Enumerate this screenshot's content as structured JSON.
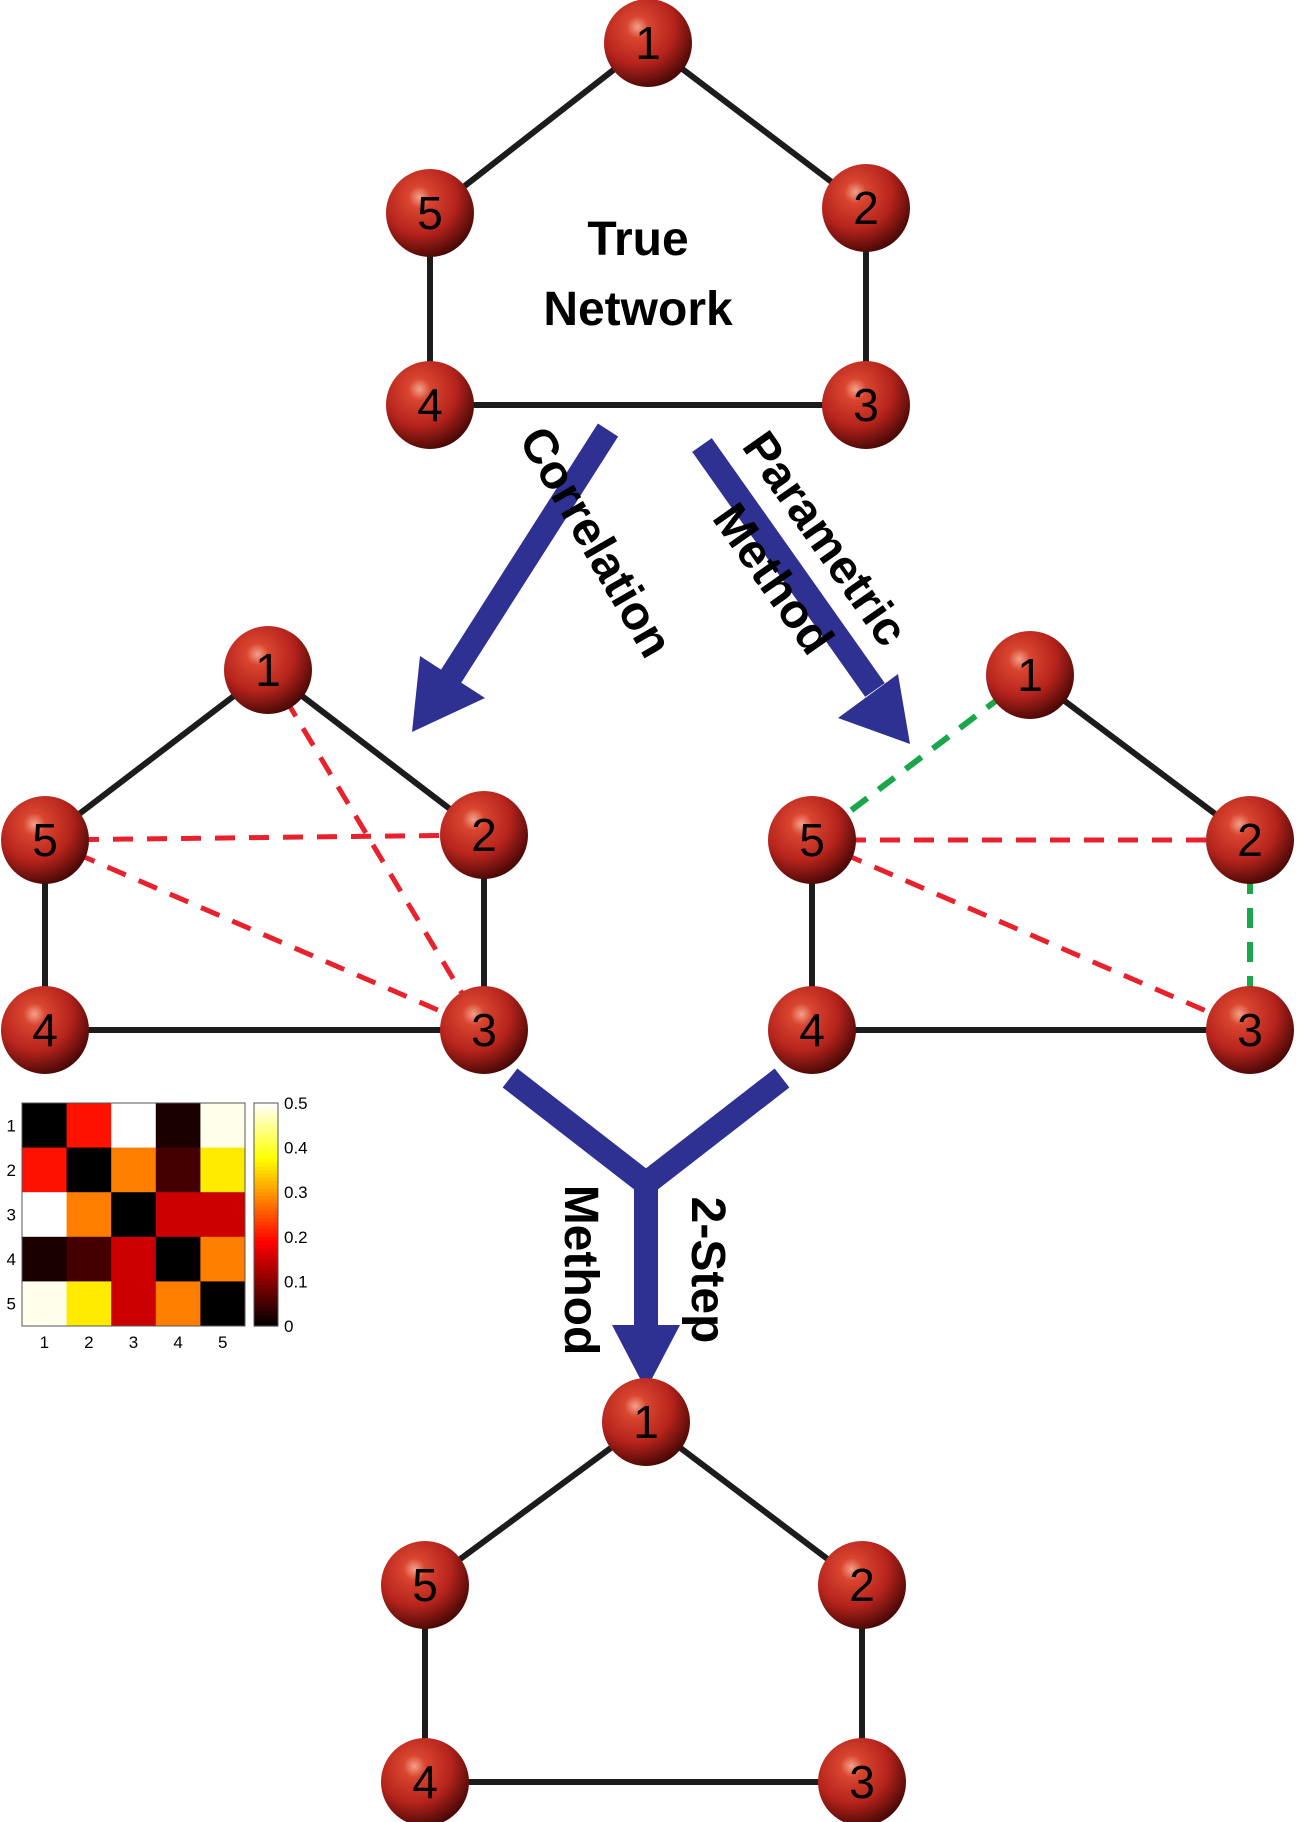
{
  "title": {
    "line1": "True",
    "line2": "Network"
  },
  "arrow_labels": {
    "correlation": "Correlation",
    "parametric_line1": "Parametric",
    "parametric_line2": "Method",
    "twostep_line1": "2-Step",
    "twostep_line2": "Method"
  },
  "networks": [
    {
      "id": "true",
      "nodes": [
        "1",
        "2",
        "3",
        "4",
        "5"
      ],
      "solid_edges": [
        [
          "1",
          "2"
        ],
        [
          "2",
          "3"
        ],
        [
          "3",
          "4"
        ],
        [
          "4",
          "5"
        ],
        [
          "5",
          "1"
        ]
      ],
      "false_positive_edges": [],
      "missing_edges": []
    },
    {
      "id": "correlation",
      "nodes": [
        "1",
        "2",
        "3",
        "4",
        "5"
      ],
      "solid_edges": [
        [
          "1",
          "2"
        ],
        [
          "2",
          "3"
        ],
        [
          "3",
          "4"
        ],
        [
          "4",
          "5"
        ],
        [
          "5",
          "1"
        ]
      ],
      "false_positive_edges": [
        [
          "1",
          "3"
        ],
        [
          "5",
          "2"
        ],
        [
          "5",
          "3"
        ]
      ],
      "missing_edges": []
    },
    {
      "id": "parametric",
      "nodes": [
        "1",
        "2",
        "3",
        "4",
        "5"
      ],
      "solid_edges": [
        [
          "1",
          "2"
        ],
        [
          "3",
          "4"
        ],
        [
          "4",
          "5"
        ]
      ],
      "false_positive_edges": [
        [
          "5",
          "2"
        ],
        [
          "5",
          "3"
        ]
      ],
      "missing_edges": [
        [
          "1",
          "5"
        ],
        [
          "2",
          "3"
        ]
      ]
    },
    {
      "id": "two_step",
      "nodes": [
        "1",
        "2",
        "3",
        "4",
        "5"
      ],
      "solid_edges": [
        [
          "1",
          "2"
        ],
        [
          "2",
          "3"
        ],
        [
          "3",
          "4"
        ],
        [
          "4",
          "5"
        ],
        [
          "5",
          "1"
        ]
      ],
      "false_positive_edges": [],
      "missing_edges": []
    }
  ],
  "colors": {
    "node_fill": "#b5231c",
    "edge": "#1c1c1c",
    "false_positive_edge": "#e8212c",
    "missing_edge": "#1aa64a",
    "arrow": "#2e3192"
  },
  "heatmap": {
    "row_labels": [
      "1",
      "2",
      "3",
      "4",
      "5"
    ],
    "col_labels": [
      "1",
      "2",
      "3",
      "4",
      "5"
    ],
    "values": [
      [
        0.0,
        0.2,
        0.5,
        0.02,
        0.49
      ],
      [
        0.2,
        0.0,
        0.28,
        0.05,
        0.36
      ],
      [
        0.5,
        0.28,
        0.0,
        0.15,
        0.15
      ],
      [
        0.02,
        0.05,
        0.15,
        0.0,
        0.28
      ],
      [
        0.49,
        0.36,
        0.15,
        0.28,
        0.0
      ]
    ],
    "colorbar_ticks": [
      "0.5",
      "0.4",
      "0.3",
      "0.2",
      "0.1",
      "0"
    ],
    "range": [
      0,
      0.5
    ],
    "colormap": "hot"
  }
}
